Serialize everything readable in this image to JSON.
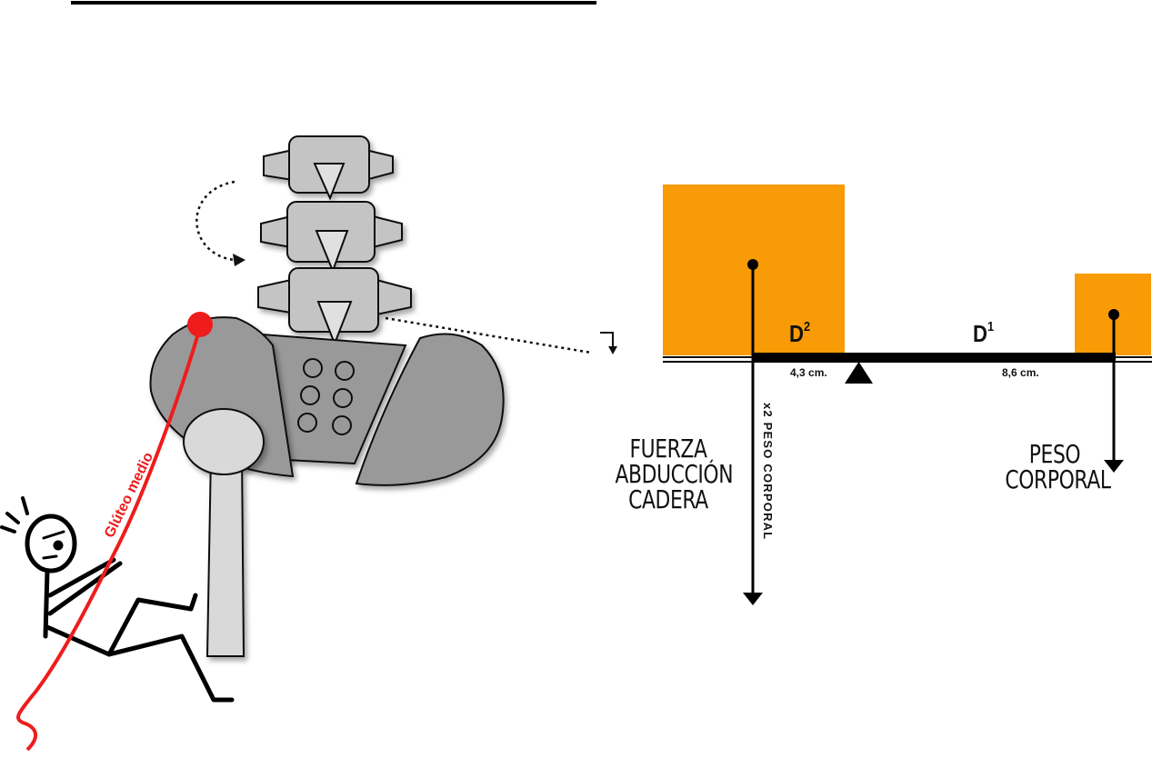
{
  "diagram": {
    "force_label": [
      "FUERZA",
      "ABDUCCIÓN",
      "CADERA"
    ],
    "weight_label": [
      "PESO",
      "CORPORAL"
    ],
    "vertical_label": "x2 PESO CORPORAL",
    "d2": {
      "letter": "D",
      "sup": "2",
      "distance": "4,3 cm."
    },
    "d1": {
      "letter": "D",
      "sup": "1",
      "distance": "8,6 cm."
    },
    "muscle_label": "Glúteo medio",
    "colors": {
      "weight_block": "#f99b06",
      "muscle_line": "#ee1c1c",
      "bone_dark": "#999999",
      "bone_light": "#d9d9d9",
      "vertebra": "#c4c4c4"
    },
    "icons": [
      "fulcrum-triangle",
      "rotation-arrow",
      "stick-figure"
    ]
  }
}
